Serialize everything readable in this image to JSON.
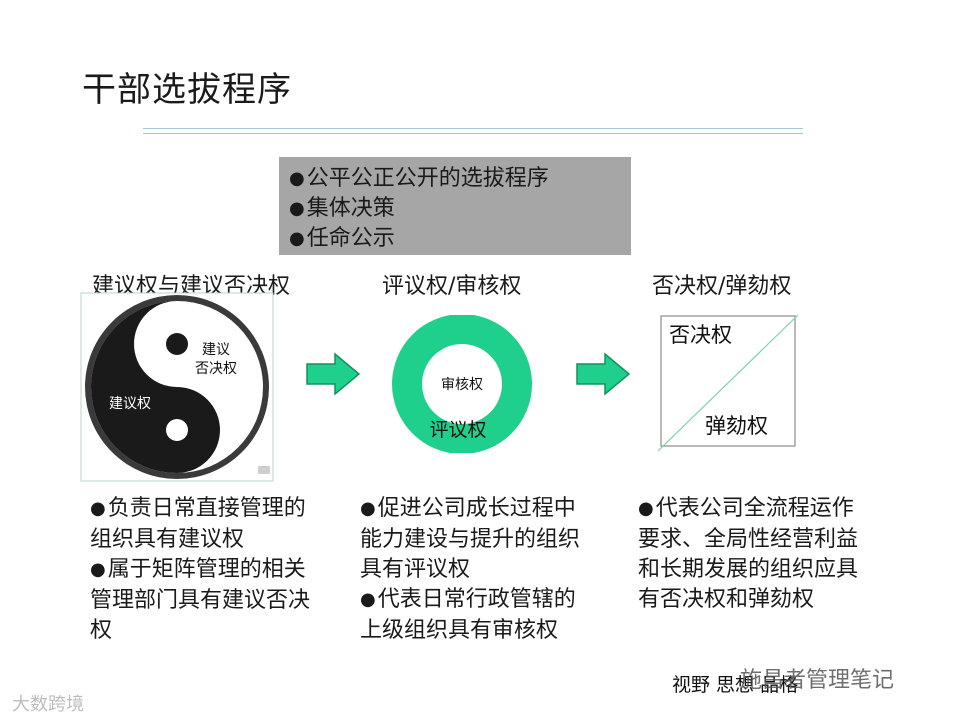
{
  "title": "干部选拔程序",
  "principles": [
    "公平公正公开的选拔程序",
    "集体决策",
    "任命公示"
  ],
  "columns": [
    {
      "heading": "建议权与建议否决权",
      "diagram": {
        "white_label_line1": "建议",
        "white_label_line2": "否决权",
        "black_label": "建议权"
      },
      "bullets": [
        "负责日常直接管理的组织具有建议权",
        "属于矩阵管理的相关管理部门具有建议否决权"
      ]
    },
    {
      "heading": "评议权/审核权",
      "diagram": {
        "inner_label": "审核权",
        "outer_label": "评议权"
      },
      "bullets": [
        "促进公司成长过程中能力建设与提升的组织具有评议权",
        "代表日常行政管辖的上级组织具有审核权"
      ]
    },
    {
      "heading": "否决权/弹劾权",
      "diagram": {
        "top_label": "否决权",
        "bottom_label": "弹劾权"
      },
      "bullets": [
        "代表公司全流程运作要求、全局性经营利益和长期发展的组织应具有否决权和弹劾权"
      ]
    }
  ],
  "signature": "视野 思想 品格",
  "watermark_right": "施昌者管理笔记",
  "watermark_left": "大数跨境",
  "colors": {
    "accent_green": "#1fcf8c",
    "gray_box": "#a6a6a6",
    "rule": "#a9c6d6"
  }
}
